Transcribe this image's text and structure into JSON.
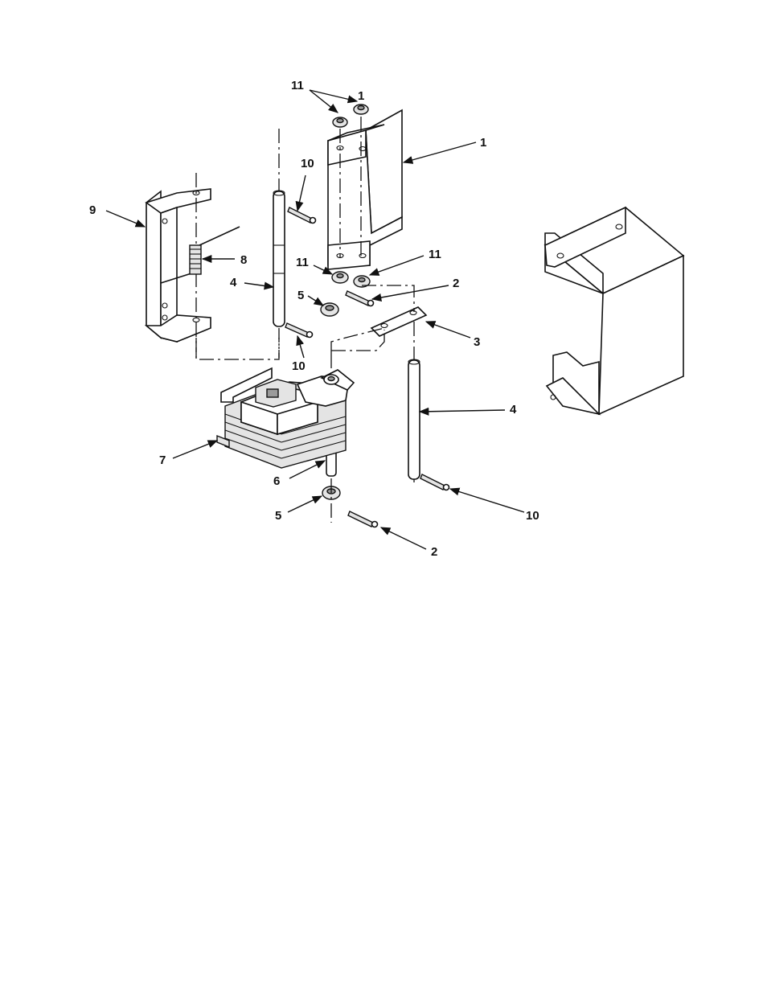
{
  "diagram": {
    "callouts": [
      {
        "id": "c11a",
        "text": "11"
      },
      {
        "id": "c11b",
        "text": "1"
      },
      {
        "id": "c1",
        "text": "1"
      },
      {
        "id": "c10a",
        "text": "10"
      },
      {
        "id": "c9",
        "text": "9"
      },
      {
        "id": "c8",
        "text": "8"
      },
      {
        "id": "c4a",
        "text": "4"
      },
      {
        "id": "c11c",
        "text": "11"
      },
      {
        "id": "c11d",
        "text": "11"
      },
      {
        "id": "c2a",
        "text": "2"
      },
      {
        "id": "c5a",
        "text": "5"
      },
      {
        "id": "c3",
        "text": "3"
      },
      {
        "id": "c10b",
        "text": "10"
      },
      {
        "id": "c4b",
        "text": "4"
      },
      {
        "id": "c7",
        "text": "7"
      },
      {
        "id": "c6",
        "text": "6"
      },
      {
        "id": "c5b",
        "text": "5"
      },
      {
        "id": "c10c",
        "text": "10"
      },
      {
        "id": "c2b",
        "text": "2"
      }
    ]
  }
}
